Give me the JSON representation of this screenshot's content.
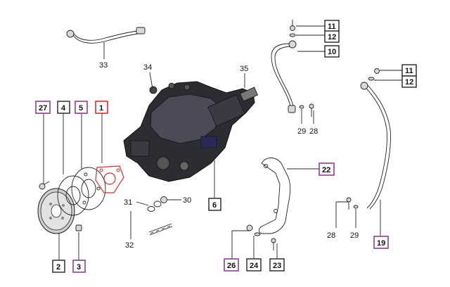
{
  "colors": {
    "purple": "#8e3f8e",
    "red": "#d23030",
    "black": "#222222"
  },
  "labels": {
    "l33": "33",
    "l34": "34",
    "l35": "35",
    "l29a": "29",
    "l28a": "28",
    "l31": "31",
    "l30": "30",
    "l32": "32",
    "l28b": "28",
    "l29b": "29"
  },
  "boxes": {
    "b11a": "11",
    "b12a": "12",
    "b10": "10",
    "b11b": "11",
    "b12b": "12",
    "b27": "27",
    "b4": "4",
    "b5": "5",
    "b1": "1",
    "b2": "2",
    "b3": "3",
    "b6": "6",
    "b22": "22",
    "b19": "19",
    "b26": "26",
    "b24": "24",
    "b23": "23"
  }
}
